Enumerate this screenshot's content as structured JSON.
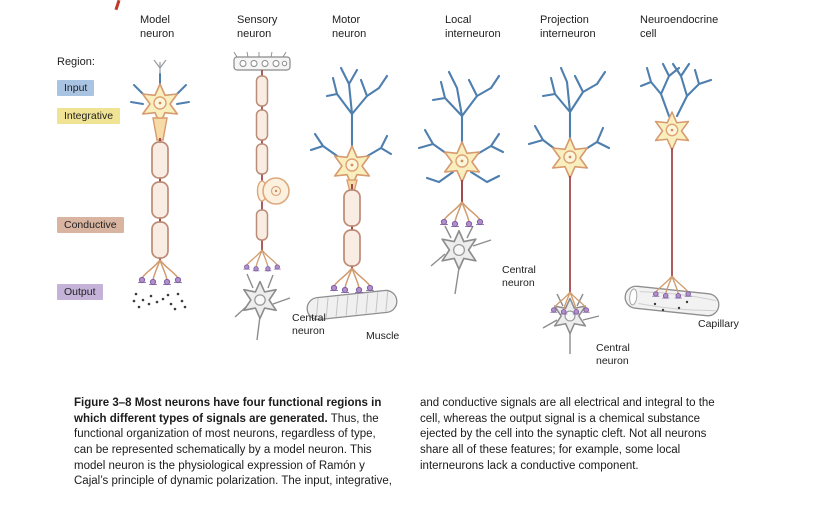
{
  "legend": {
    "title": "Region:",
    "items": [
      {
        "label": "Input",
        "color": "#a9c4e2"
      },
      {
        "label": "Integrative",
        "color": "#f0e394"
      },
      {
        "label": "Conductive",
        "color": "#d9b4a0"
      },
      {
        "label": "Output",
        "color": "#c4b2d8"
      }
    ]
  },
  "columns": [
    {
      "title": "Model\nneuron",
      "target_label": ""
    },
    {
      "title": "Sensory\nneuron",
      "target_label": "Central\nneuron"
    },
    {
      "title": "Motor\nneuron",
      "target_label": "Muscle"
    },
    {
      "title": "Local\ninterneuron",
      "target_label": "Central\nneuron"
    },
    {
      "title": "Projection\ninterneuron",
      "target_label": "Central\nneuron"
    },
    {
      "title": "Neuroendocrine\ncell",
      "target_label": "Capillary"
    }
  ],
  "caption": {
    "bold": "Figure 3–8 Most neurons have four functional regions in which different types of signals are generated.",
    "left_rest": " Thus, the functional organization of most neurons, regardless of type, can be represented schematically by a model neuron. This model neuron is the physiological expression of Ramón y Cajal’s principle of dynamic polarization. The input, integrative,",
    "right": "and conductive signals are all electrical and integral to the cell, whereas the output signal is a chemical substance ejected by the cell into the synaptic cleft. Not all neurons share all of these features; for example, some local interneurons lack a conductive component."
  }
}
